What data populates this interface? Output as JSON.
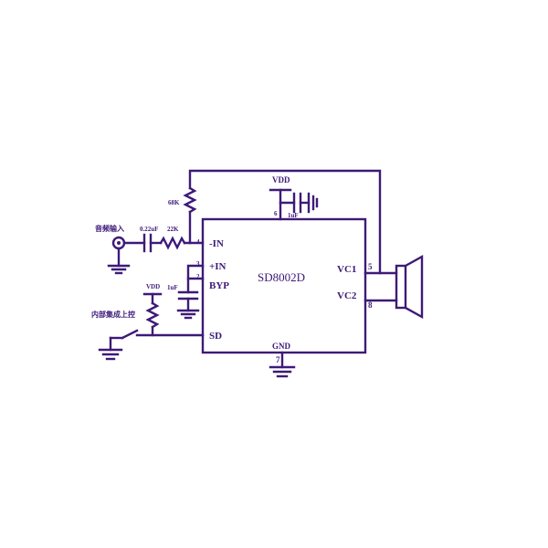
{
  "chip": {
    "name": "SD8002D",
    "pins": {
      "minus_in": "-IN",
      "plus_in": "+IN",
      "byp": "BYP",
      "sd": "SD",
      "vo1": "VC1",
      "vo2": "VC2",
      "gnd": "GND",
      "vdd": "VDD"
    },
    "pin_numbers": {
      "p4": "4",
      "p3": "3",
      "p2": "2",
      "p6": "6",
      "p5": "5",
      "p8": "8",
      "p7": "7"
    }
  },
  "components": {
    "r_feedback": "68K",
    "r_input": "22K",
    "c_input": "0.22uF",
    "c_vdd": "1uF",
    "c_byp": "1uF",
    "vdd_sd": "VDD"
  },
  "labels": {
    "audio_input": "音频输入",
    "shutdown_control": "内部集成上控"
  },
  "colors": {
    "wire": "#3d1a78",
    "background": "#ffffff"
  }
}
